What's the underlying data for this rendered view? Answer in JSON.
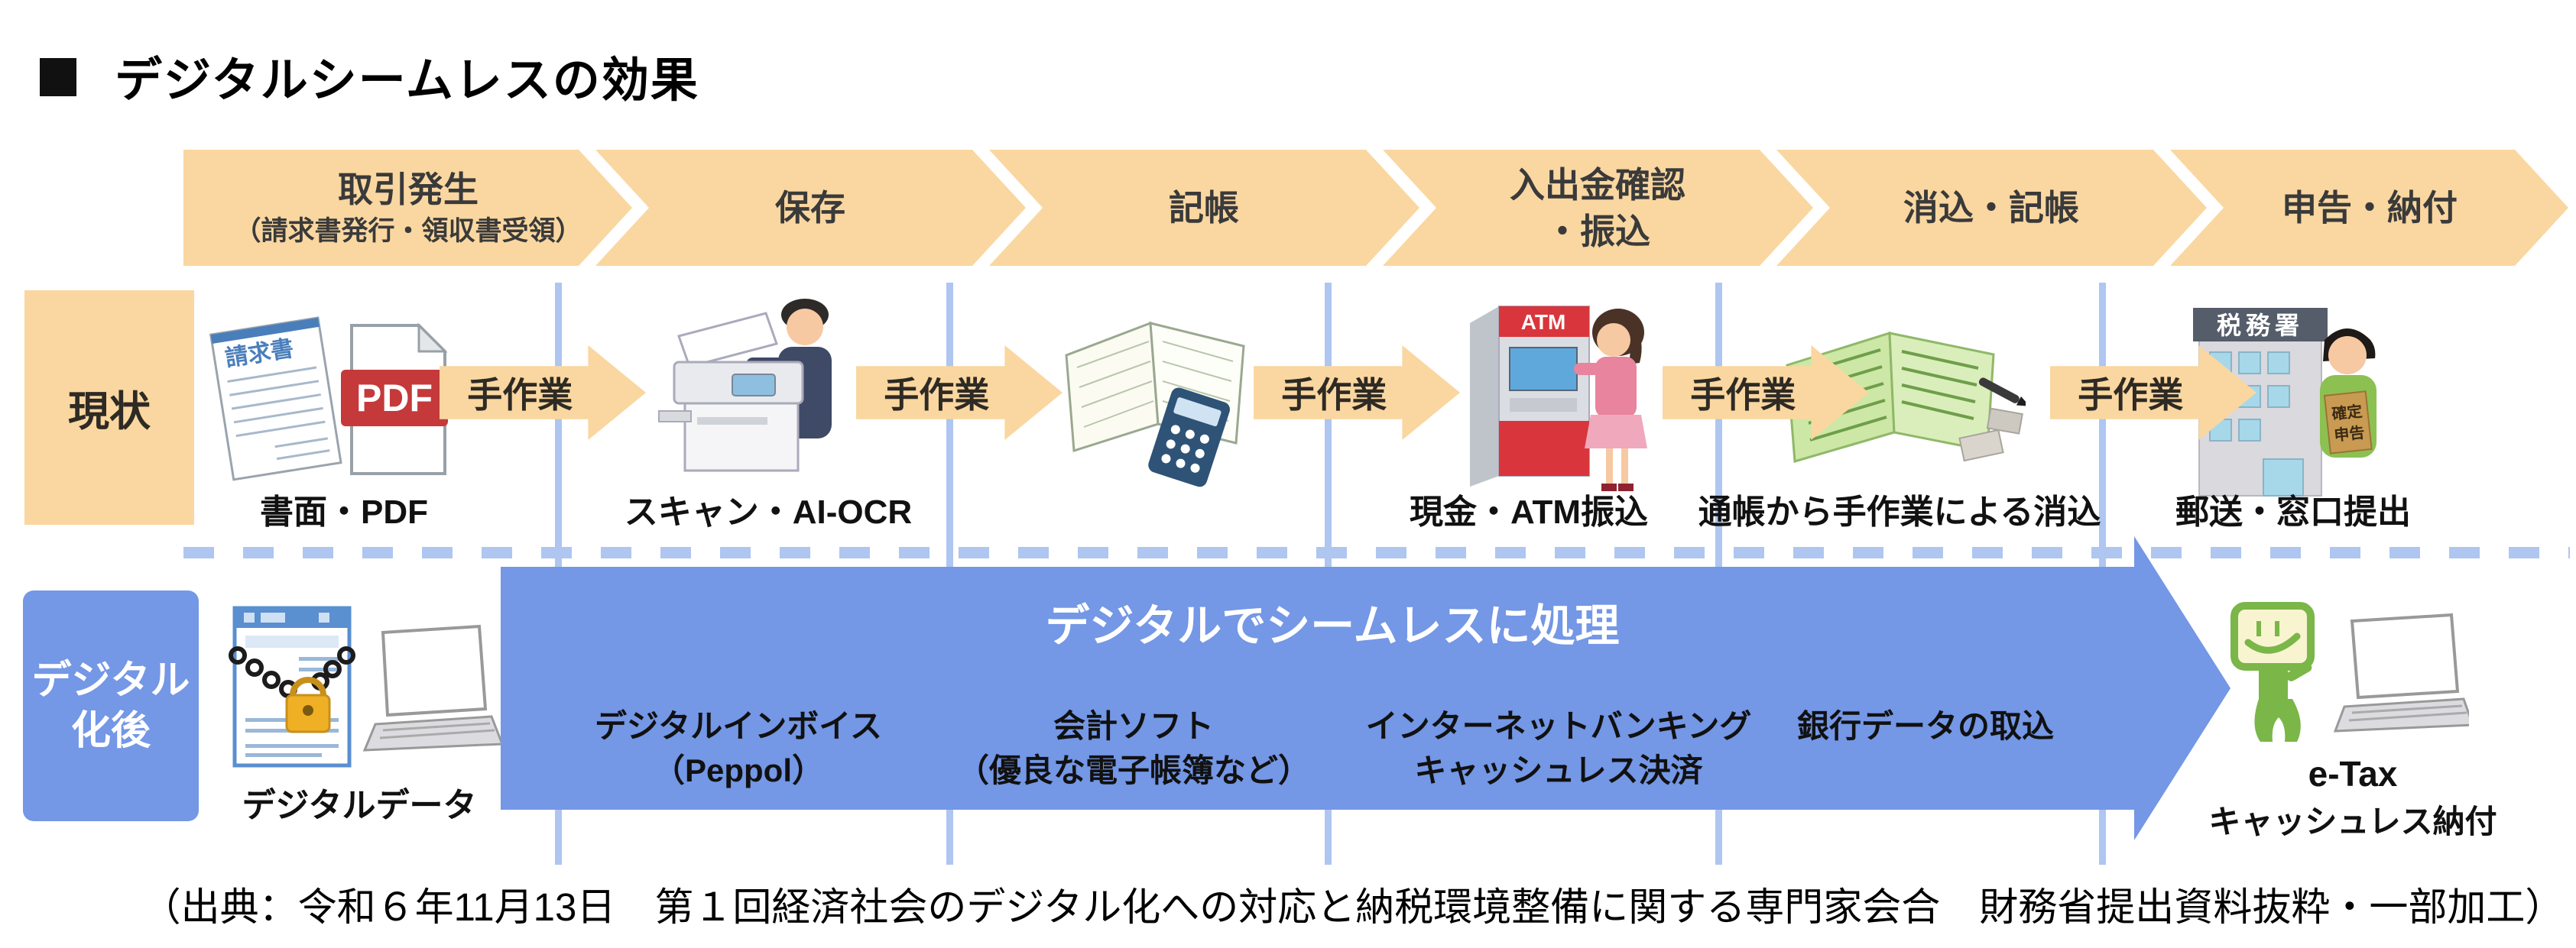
{
  "title": {
    "bullet": "■",
    "text": "デジタルシームレスの効果"
  },
  "stages": [
    {
      "label": "取引発生",
      "sub": "（請求書発行・領収書受領）"
    },
    {
      "label": "保存",
      "sub": ""
    },
    {
      "label": "記帳",
      "sub": ""
    },
    {
      "label": "入出金確認",
      "sub": "・振込"
    },
    {
      "label": "消込・記帳",
      "sub": ""
    },
    {
      "label": "申告・納付",
      "sub": ""
    }
  ],
  "current_row": {
    "label": "現状",
    "manual_labels": [
      "手作業",
      "手作業",
      "手作業",
      "手作業",
      "手作業"
    ],
    "captions": {
      "documents": "書面・PDF",
      "scan": "スキャン・AI-OCR",
      "atm": "現金・ATM振込",
      "passbook": "通帳から手作業による消込",
      "tax_office": "郵送・窓口提出"
    },
    "icon_texts": {
      "invoice_header": "請求書",
      "pdf": "PDF",
      "atm_sign": "ATM",
      "tax_office_sign": "税務署",
      "tax_return_line1": "確定",
      "tax_return_line2": "申告"
    }
  },
  "digital_row": {
    "label_line1": "デジタル",
    "label_line2": "化後",
    "data_caption": "デジタルデータ",
    "arrow_title": "デジタルでシームレスに処理",
    "items": [
      {
        "line1": "デジタルインボイス",
        "line2": "（Peppol）"
      },
      {
        "line1": "会計ソフト",
        "line2": "（優良な電子帳簿など）"
      },
      {
        "line1": "インターネットバンキング",
        "line2": "キャッシュレス決済"
      },
      {
        "line1": "銀行データの取込",
        "line2": ""
      }
    ],
    "etax_line1": "e-Tax",
    "etax_line2": "キャッシュレス納付"
  },
  "source": "（出典：令和６年11月13日　第１回経済社会のデジタル化への対応と納税環境整備に関する専門家会合　財務省提出資料抜粋・一部加工）",
  "colors": {
    "chevron_orange": "#FAD7A0",
    "accent_blue": "#7497E6",
    "line_blue": "#AEC6F0",
    "pdf_red": "#C5393B",
    "atm_red": "#D8363C",
    "etax_green": "#7AB648"
  }
}
